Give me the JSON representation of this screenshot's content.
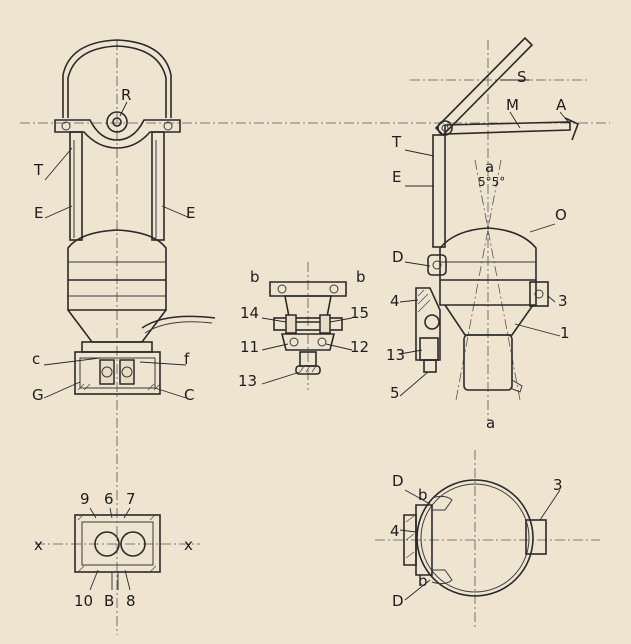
{
  "labels": {
    "R": "R",
    "T": "T",
    "E": "E",
    "c": "c",
    "f": "f",
    "G": "G",
    "C": "C",
    "S": "S",
    "M": "M",
    "A": "A",
    "a": "a",
    "O": "O",
    "D": "D",
    "n1": "1",
    "n3": "3",
    "n4": "4",
    "n5": "5",
    "b": "b",
    "n14": "14",
    "n15": "15",
    "n11": "11",
    "n12": "12",
    "n13": "13",
    "n9": "9",
    "n6": "6",
    "n7": "7",
    "x": "x",
    "n10": "10",
    "B": "B",
    "n8": "8",
    "angle": "5°5°"
  }
}
